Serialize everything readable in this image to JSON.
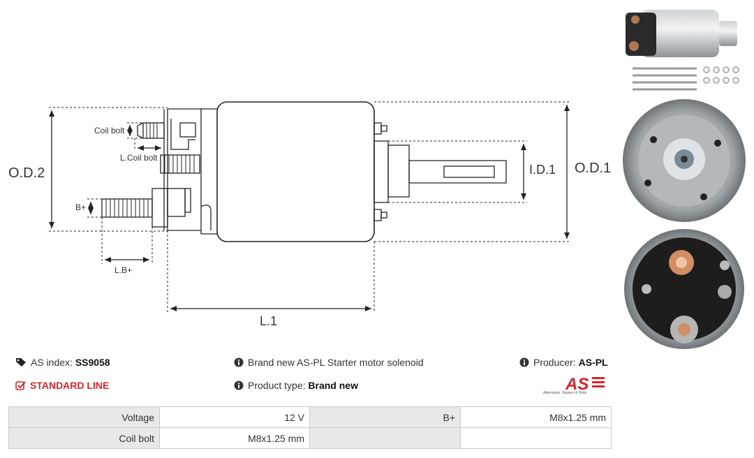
{
  "drawing": {
    "coil_bolt": "Coil bolt",
    "l_coil_bolt": "L.Coil bolt",
    "b_plus": "B+",
    "l_b_plus": "L.B+",
    "od2": "O.D.2",
    "od1": "O.D.1",
    "id1": "I.D.1",
    "l1": "L.1"
  },
  "info": {
    "as_index_label": "AS index:",
    "as_index_value": "SS9058",
    "standard_line": "STANDARD LINE",
    "description": "Brand new AS-PL Starter motor solenoid",
    "product_type_label": "Product type:",
    "product_type_value": "Brand new",
    "producer_label": "Producer:",
    "producer_value": "AS-PL",
    "logo_text": "AS",
    "logo_tagline": "Alternators, Starters & Parts"
  },
  "specs": [
    {
      "k1": "Voltage",
      "v1": "12 V",
      "k2": "B+",
      "v2": "M8x1.25 mm"
    },
    {
      "k1": "Coil bolt",
      "v1": "M8x1.25 mm",
      "k2": "",
      "v2": ""
    }
  ],
  "colors": {
    "accent_red": "#d6262b",
    "table_key_bg": "#e8e8e8",
    "line": "#222222"
  },
  "icons": {
    "tag": "tag-icon",
    "check": "checkbox-icon",
    "info": "info-icon"
  }
}
